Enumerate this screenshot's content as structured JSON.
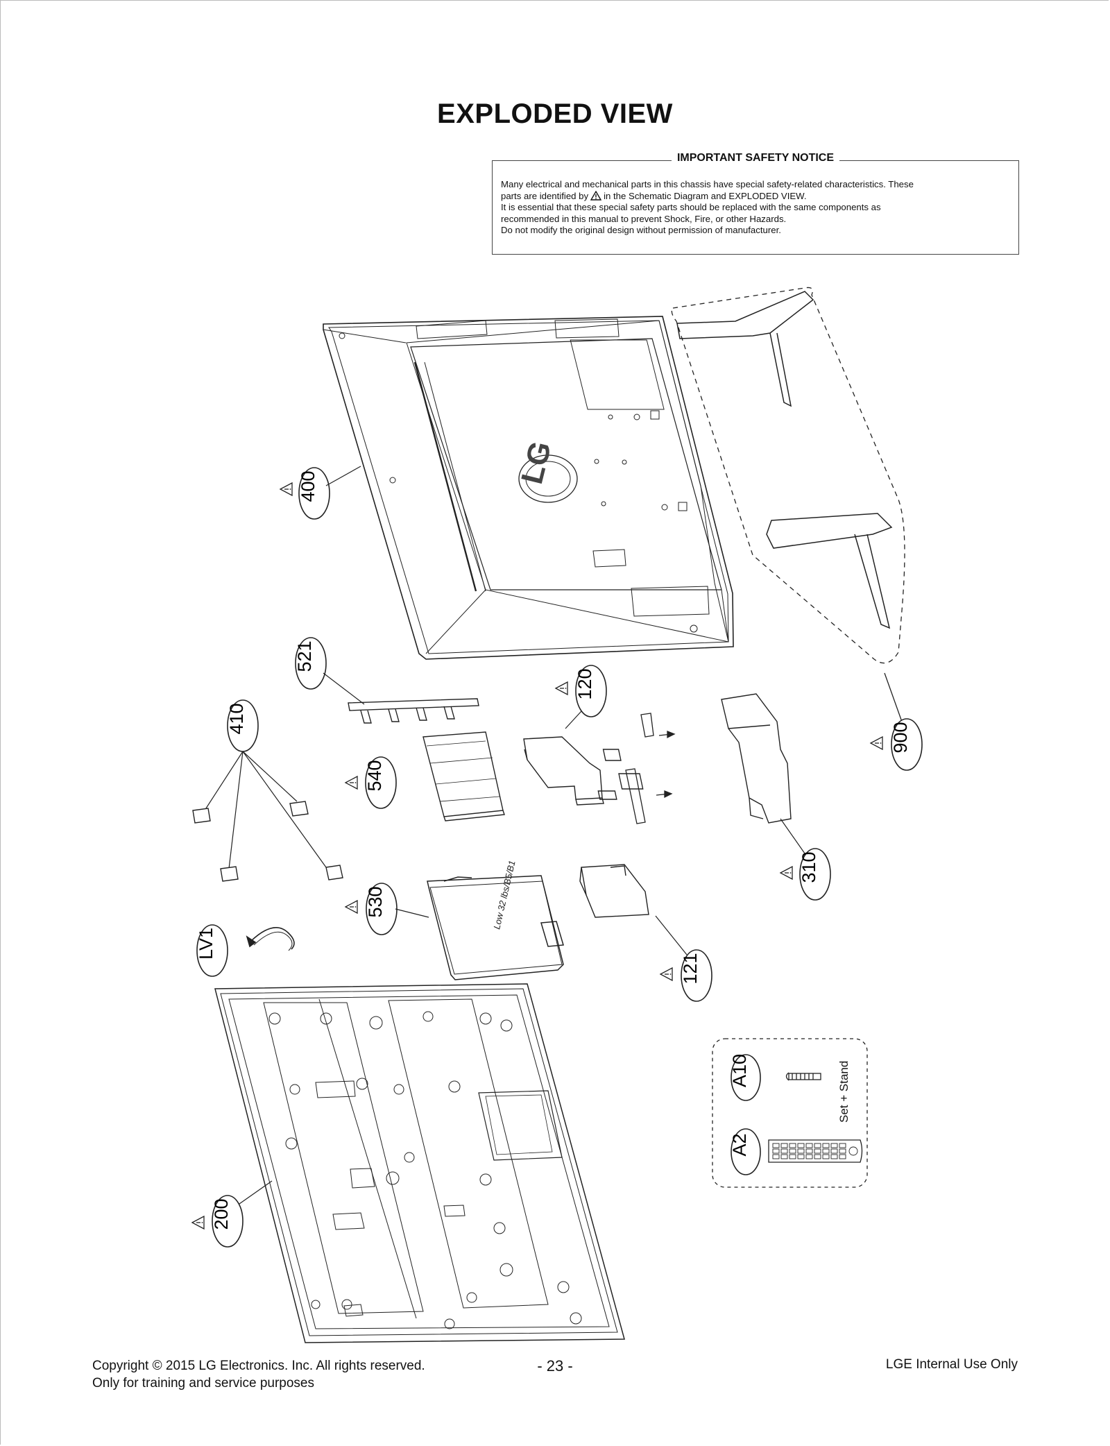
{
  "page": {
    "title": "EXPLODED VIEW",
    "page_number": "- 23 -",
    "copyright_line1": "Copyright  © 2015 LG Electronics. Inc. All rights reserved.",
    "copyright_line2": "Only for training and service purposes",
    "internal": "LGE Internal Use Only"
  },
  "notice": {
    "title": "IMPORTANT SAFETY NOTICE",
    "line1": "Many electrical and mechanical parts in this chassis have special safety-related characteristics. These",
    "line2_a": "parts are identified by",
    "line2_b": "in the Schematic Diagram and EXPLODED VIEW.",
    "line3": "It is essential that these special safety parts should be replaced with the same components as",
    "line4": "recommended in this manual to prevent Shock, Fire, or other Hazards.",
    "line5": "Do not modify the original design without permission of manufacturer."
  },
  "parts": {
    "p400": "400",
    "p900": "900",
    "p521": "521",
    "p410": "410",
    "p540": "540",
    "p120": "120",
    "p310": "310",
    "p530": "530",
    "p121": "121",
    "lv1": "LV1",
    "p200": "200",
    "a10": "A10",
    "a2": "A2"
  },
  "labels": {
    "logo": "LG",
    "set_stand": "Set + Stand",
    "psu_text": "Low 32 lbs/B5/B1"
  }
}
